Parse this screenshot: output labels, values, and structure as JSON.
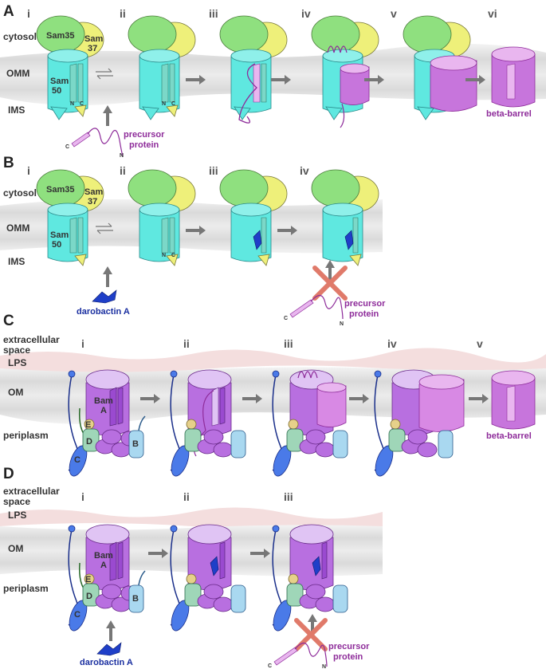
{
  "panels": {
    "A": {
      "letter": "A",
      "steps": [
        "i",
        "ii",
        "iii",
        "iv",
        "v",
        "vi"
      ],
      "regions": [
        "cytosol",
        "OMM",
        "IMS"
      ],
      "sam35": "Sam35",
      "sam37_a": "Sam",
      "sam37_b": "37",
      "sam50_a": "Sam",
      "sam50_b": "50",
      "precursor_a": "precursor",
      "precursor_b": "protein",
      "barrel": "beta-barrel"
    },
    "B": {
      "letter": "B",
      "steps": [
        "i",
        "ii",
        "iii",
        "iv"
      ],
      "regions": [
        "cytosol",
        "OMM",
        "IMS"
      ],
      "sam35": "Sam35",
      "sam37_a": "Sam",
      "sam37_b": "37",
      "sam50_a": "Sam",
      "sam50_b": "50",
      "drug": "darobactin A",
      "precursor_a": "precursor",
      "precursor_b": "protein"
    },
    "C": {
      "letter": "C",
      "steps": [
        "i",
        "ii",
        "iii",
        "iv",
        "v"
      ],
      "region_extra_a": "extracellular",
      "region_extra_b": "space",
      "regions": [
        "LPS",
        "OM",
        "periplasm"
      ],
      "bam_a": "Bam",
      "bam_b": "A",
      "subunits": [
        "B",
        "C",
        "D",
        "E"
      ],
      "barrel": "beta-barrel"
    },
    "D": {
      "letter": "D",
      "steps": [
        "i",
        "ii",
        "iii"
      ],
      "region_extra_a": "extracellular",
      "region_extra_b": "space",
      "regions": [
        "LPS",
        "OM",
        "periplasm"
      ],
      "bam_a": "Bam",
      "bam_b": "A",
      "subunits": [
        "B",
        "C",
        "D",
        "E"
      ],
      "drug": "darobactin A",
      "precursor_a": "precursor",
      "precursor_b": "protein"
    }
  },
  "terminus": {
    "n": "N",
    "c": "C"
  },
  "colors": {
    "sam35": "#8fe07f",
    "sam37": "#eef07a",
    "sam50": "#5fe8e0",
    "bamA": "#b86fe0",
    "substrate": "#d889e4",
    "darobactin": "#1f3fc8",
    "membrane": "#dcdcdc",
    "lps": "#f4dede",
    "arrow": "#777777",
    "block": "#e07a6a"
  }
}
